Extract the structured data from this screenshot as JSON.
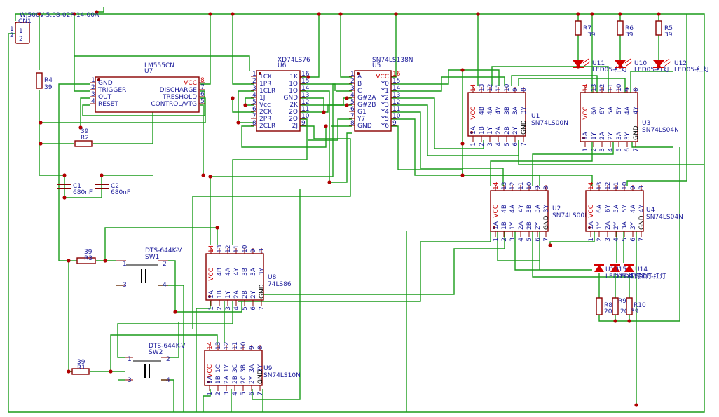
{
  "schematic": {
    "connector": {
      "ref": "CN1",
      "value": "WJ500V-5.08-02P-14-00A",
      "pins": [
        "1",
        "2"
      ],
      "outer_pins": [
        "1",
        "2"
      ]
    },
    "u7": {
      "ref": "U7",
      "value": "LM555CN",
      "pins_left": [
        {
          "n": "1",
          "l": "GND"
        },
        {
          "n": "2",
          "l": "TRIGGER"
        },
        {
          "n": "3",
          "l": "OUT"
        },
        {
          "n": "4",
          "l": "RESET"
        }
      ],
      "pins_right": [
        {
          "n": "8",
          "l": "VCC"
        },
        {
          "n": "7",
          "l": "DISCHARGE"
        },
        {
          "n": "6",
          "l": "TRESHOLD"
        },
        {
          "n": "5",
          "l": "CONTROL/VTG"
        }
      ]
    },
    "u6": {
      "ref": "U6",
      "value": "XD74LS76",
      "pins_left": [
        {
          "n": "1",
          "l": "1CK"
        },
        {
          "n": "2",
          "l": "1PR"
        },
        {
          "n": "3",
          "l": "1CLR"
        },
        {
          "n": "4",
          "l": "1J"
        },
        {
          "n": "5",
          "l": "Vcc"
        },
        {
          "n": "6",
          "l": "2CK"
        },
        {
          "n": "7",
          "l": "2PR"
        },
        {
          "n": "8",
          "l": "2CLR"
        }
      ],
      "pins_right": [
        {
          "n": "16",
          "l": "1K"
        },
        {
          "n": "15",
          "l": "1Q"
        },
        {
          "n": "14",
          "l": "1Q"
        },
        {
          "n": "13",
          "l": "GND"
        },
        {
          "n": "12",
          "l": "2K"
        },
        {
          "n": "11",
          "l": "2Q"
        },
        {
          "n": "10",
          "l": "2Q"
        },
        {
          "n": "9",
          "l": "2J"
        }
      ]
    },
    "u5": {
      "ref": "U5",
      "value": "SN74LS138N",
      "pins_left": [
        {
          "n": "1",
          "l": "A"
        },
        {
          "n": "2",
          "l": "B"
        },
        {
          "n": "3",
          "l": "C"
        },
        {
          "n": "4",
          "l": "G#2A"
        },
        {
          "n": "5",
          "l": "G#2B"
        },
        {
          "n": "6",
          "l": "G1"
        },
        {
          "n": "7",
          "l": "Y7"
        },
        {
          "n": "8",
          "l": "GND"
        }
      ],
      "pins_right": [
        {
          "n": "16",
          "l": "VCC"
        },
        {
          "n": "15",
          "l": "Y0"
        },
        {
          "n": "14",
          "l": "Y1"
        },
        {
          "n": "13",
          "l": "Y2"
        },
        {
          "n": "12",
          "l": "Y3"
        },
        {
          "n": "11",
          "l": "Y4"
        },
        {
          "n": "10",
          "l": "Y5"
        },
        {
          "n": "9",
          "l": "Y6"
        }
      ]
    },
    "u1": {
      "ref": "U1",
      "value": "SN74LS00N",
      "top_pins": [
        "14",
        "13",
        "12",
        "11",
        "10",
        "9",
        "8"
      ],
      "top_labels": [
        "VCC",
        "4B",
        "4A",
        "4Y",
        "3B",
        "3A",
        "3Y"
      ],
      "bot_pins": [
        "1",
        "2",
        "3",
        "4",
        "5",
        "6",
        "7"
      ],
      "bot_labels": [
        "1A",
        "1B",
        "1Y",
        "2A",
        "2B",
        "2Y",
        "GND"
      ]
    },
    "u2": {
      "ref": "U2",
      "value": "SN74LS00N",
      "top_pins": [
        "14",
        "13",
        "12",
        "11",
        "10",
        "9",
        "8"
      ],
      "top_labels": [
        "VCC",
        "4B",
        "4A",
        "4Y",
        "3B",
        "3A",
        "3Y"
      ],
      "bot_pins": [
        "1",
        "2",
        "3",
        "4",
        "5",
        "6",
        "7"
      ],
      "bot_labels": [
        "1A",
        "1B",
        "1Y",
        "2A",
        "2B",
        "2Y",
        "GND"
      ]
    },
    "u3": {
      "ref": "U3",
      "value": "SN74LS04N",
      "top_pins": [
        "14",
        "13",
        "12",
        "11",
        "10",
        "9",
        "8"
      ],
      "top_labels": [
        "VCC",
        "6A",
        "6Y",
        "5A",
        "5Y",
        "4A",
        "4Y"
      ],
      "bot_pins": [
        "1",
        "2",
        "3",
        "4",
        "5",
        "6",
        "7"
      ],
      "bot_labels": [
        "1A",
        "1Y",
        "2A",
        "2Y",
        "3A",
        "3Y",
        "GND"
      ]
    },
    "u4": {
      "ref": "U4",
      "value": "SN74LS04N",
      "top_pins": [
        "14",
        "13",
        "12",
        "11",
        "10",
        "9",
        "8"
      ],
      "top_labels": [
        "VCC",
        "6A",
        "6Y",
        "5A",
        "5Y",
        "4A",
        "4Y"
      ],
      "bot_pins": [
        "1",
        "2",
        "3",
        "4",
        "5",
        "6",
        "7"
      ],
      "bot_labels": [
        "1A",
        "1Y",
        "2A",
        "2Y",
        "3A",
        "3Y",
        "GND"
      ]
    },
    "u8": {
      "ref": "U8",
      "value": "74LS86",
      "top_pins": [
        "14",
        "13",
        "12",
        "11",
        "10",
        "9",
        "8"
      ],
      "top_labels": [
        "VCC",
        "4B",
        "4A",
        "4Y",
        "3B",
        "3A",
        "3Y"
      ],
      "bot_pins": [
        "1",
        "2",
        "3",
        "4",
        "5",
        "6",
        "7"
      ],
      "bot_labels": [
        "1A",
        "1B",
        "1Y",
        "2A",
        "2B",
        "2Y",
        "GND"
      ]
    },
    "u9": {
      "ref": "U9",
      "value": "SN74LS10N",
      "top_pins": [
        "14",
        "13",
        "12",
        "11",
        "10",
        "9",
        "8"
      ],
      "top_labels": [
        "VCC",
        "1C",
        "1Y",
        "3C",
        "3B",
        "3A",
        "3Y"
      ],
      "bot_pins": [
        "1",
        "2",
        "3",
        "4",
        "5",
        "6",
        "7"
      ],
      "bot_labels": [
        "1A",
        "1B",
        "2A",
        "2B",
        "2C",
        "2Y",
        "GND"
      ]
    },
    "resistors": [
      {
        "ref": "R4",
        "value": "39"
      },
      {
        "ref": "R2",
        "value": "39"
      },
      {
        "ref": "R3",
        "value": "39"
      },
      {
        "ref": "R1",
        "value": "39"
      },
      {
        "ref": "R7",
        "value": "39"
      },
      {
        "ref": "R6",
        "value": "39"
      },
      {
        "ref": "R5",
        "value": "39"
      },
      {
        "ref": "R8",
        "value": "200"
      },
      {
        "ref": "R9",
        "value": "200"
      },
      {
        "ref": "R10",
        "value": "39"
      }
    ],
    "capacitors": [
      {
        "ref": "C1",
        "value": "680nF"
      },
      {
        "ref": "C2",
        "value": "680nF"
      }
    ],
    "switches": [
      {
        "ref": "SW1",
        "value": "DTS-644K-V",
        "pins": [
          "1",
          "2",
          "3",
          "4"
        ]
      },
      {
        "ref": "SW2",
        "value": "DTS-644K-V",
        "pins": [
          "1",
          "2",
          "3",
          "4"
        ]
      }
    ],
    "leds": [
      {
        "ref": "U11",
        "value": "LED05-红灯"
      },
      {
        "ref": "U10",
        "value": "LED05-红灯"
      },
      {
        "ref": "U12",
        "value": "LED05-红灯"
      },
      {
        "ref": "U13",
        "value": "LED05-红灯"
      },
      {
        "ref": "U15",
        "value": "LED05-红灯"
      },
      {
        "ref": "U14",
        "value": "LED05-红灯"
      }
    ]
  }
}
